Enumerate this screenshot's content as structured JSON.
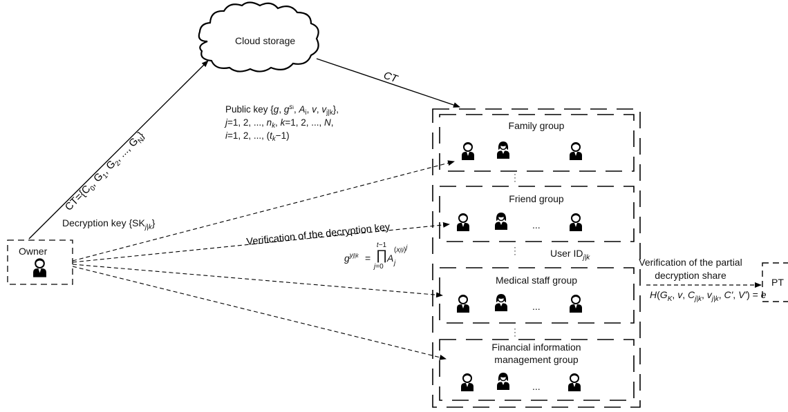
{
  "cloud_label": "Cloud storage",
  "owner_label": "Owner",
  "ct_arrow_label": "CT",
  "ct_components": "CT={C0, G1, G2, ..., GN}",
  "public_key": {
    "line1": "Public key {g, gsi, Ai, v, vj|k},",
    "line2": "j=1, 2, ..., nk, k=1, 2, ..., N,",
    "line3": "i=1, 2, ..., (tk−1)"
  },
  "decryption_key": "Decryption key {SKj|k}",
  "verification_decryption_key": "Verification of the decryption key",
  "verification_formula": "g^yj|k = ∏_{j=0}^{t−1} Aj^(xj|i)^j",
  "user_id": "User IDj|k",
  "partial_share": {
    "line1": "Verification of the partial",
    "line2": "decryption share",
    "formula": "H(GK, v, Cj|k, vj|k, C', V') = e"
  },
  "pt_label": "PT",
  "groups": [
    {
      "name": "Family group",
      "members": [
        "male",
        "female",
        "male"
      ]
    },
    {
      "name": "Friend group",
      "members": [
        "male",
        "female",
        "male"
      ]
    },
    {
      "name": "Medical staff group",
      "members": [
        "male",
        "female",
        "male"
      ]
    },
    {
      "name": "Financial information management group",
      "name_line1": "Financial information",
      "name_line2": "management group",
      "members": [
        "male",
        "female",
        "male"
      ]
    }
  ],
  "ellipsis": "...",
  "icons": [
    "cloud-icon",
    "user-male-icon",
    "user-female-icon",
    "vertical-ellipsis-icon"
  ]
}
